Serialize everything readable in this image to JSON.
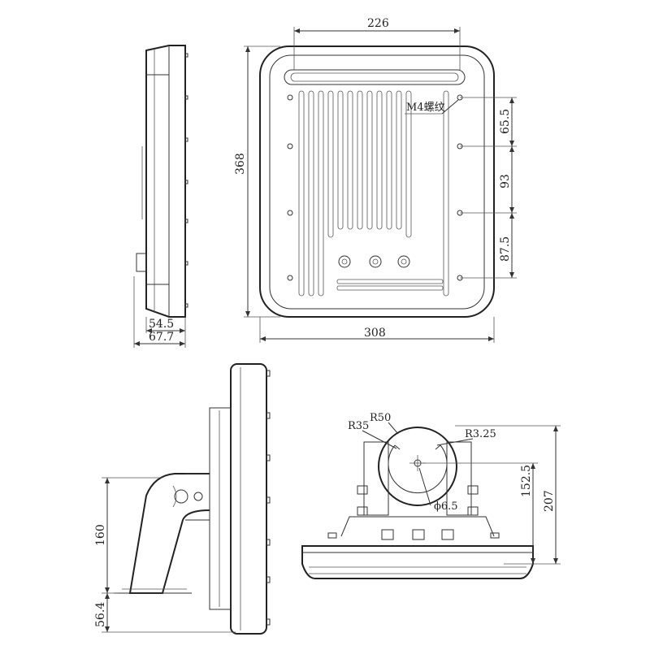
{
  "labels": {
    "front_width_top": "226",
    "front_height": "368",
    "front_width_bottom": "308",
    "thread_note": "M4螺纹",
    "spacing_1": "65.5",
    "spacing_2": "93",
    "spacing_3": "87.5",
    "side_depth_inner": "54.5",
    "side_depth_outer": "67.7",
    "mount_height": "160",
    "mount_base": "56.4",
    "radius_35": "R35",
    "radius_50": "R50",
    "radius_3_25": "R3.25",
    "hole_dia": "ϕ6.5",
    "height_152_5": "152.5",
    "height_207": "207"
  },
  "colors": {
    "line": "#333333",
    "background": "#ffffff"
  }
}
